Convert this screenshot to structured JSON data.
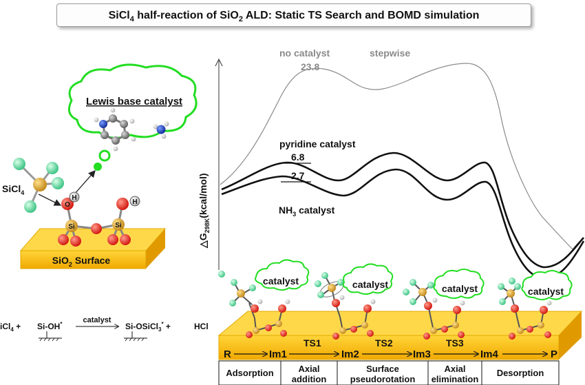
{
  "title": {
    "prefix": "SiCl",
    "sub": "4",
    "middle": " half-reaction of SiO",
    "sub2": "2",
    "rest": " ALD: Static TS Search and BOMD simulation"
  },
  "energy_profile": {
    "ylabel": "ΔG298K(kcal/mol)",
    "ylabel_prefix": "△G",
    "ylabel_sub": "298K",
    "ylabel_suffix": "(kcal/mol)",
    "curves": {
      "no_catalyst": {
        "label": "no catalyst",
        "barrier": "23.8",
        "color": "#808080"
      },
      "stepwise": {
        "label": "stepwise",
        "color": "#808080"
      },
      "pyridine": {
        "label": "pyridine catalyst",
        "barrier": "6.8",
        "color": "#111111"
      },
      "nh3": {
        "label_prefix": "NH",
        "label_sub": "3",
        "label_suffix": " catalyst",
        "barrier": "2.7",
        "color": "#111111"
      }
    }
  },
  "left_panel": {
    "cloud_label": "Lewis base catalyst",
    "molecule_label": "SiCl4",
    "molecule_prefix": "SiCl",
    "molecule_sub": "4",
    "surface_label_prefix": "SiO",
    "surface_label_sub": "2",
    "surface_label_suffix": " Surface",
    "atom_si": "Si",
    "atom_o": "O",
    "atom_h": "H"
  },
  "equation": {
    "reactant": "iCl4 +",
    "reactant_prefix": "iCl",
    "reactant_sub": "4",
    "reactant_suffix": " +",
    "site": "Si-OH*",
    "site_text": "Si-OH",
    "site_star": "*",
    "arrow_label": "catalyst",
    "product": "Si-OSiCl3* +",
    "product_prefix": "Si-OSiCl",
    "product_sub": "3",
    "product_star": "*",
    "product_suffix": " +",
    "byproduct": "HCl"
  },
  "structures": {
    "catalyst_label": "catalyst"
  },
  "pathway": {
    "states": [
      "R",
      "Im1",
      "Im2",
      "Im3",
      "Im4",
      "P"
    ],
    "transition_states": [
      "TS1",
      "TS2",
      "TS3"
    ],
    "steps": [
      {
        "lines": [
          "Adsorption"
        ]
      },
      {
        "lines": [
          "Axial",
          "addition"
        ]
      },
      {
        "lines": [
          "Surface",
          "pseudorotation"
        ]
      },
      {
        "lines": [
          "Axial",
          "elimination"
        ]
      },
      {
        "lines": [
          "Desorption"
        ]
      }
    ]
  },
  "colors": {
    "surface_gold": "#f5b800",
    "surface_dark": "#d89a00",
    "oxygen": "#e8201c",
    "silicon": "#d9a23a",
    "chlorine": "#6fe0a8",
    "cloud_green": "#22dd22",
    "nitrogen": "#1a3fb8"
  }
}
